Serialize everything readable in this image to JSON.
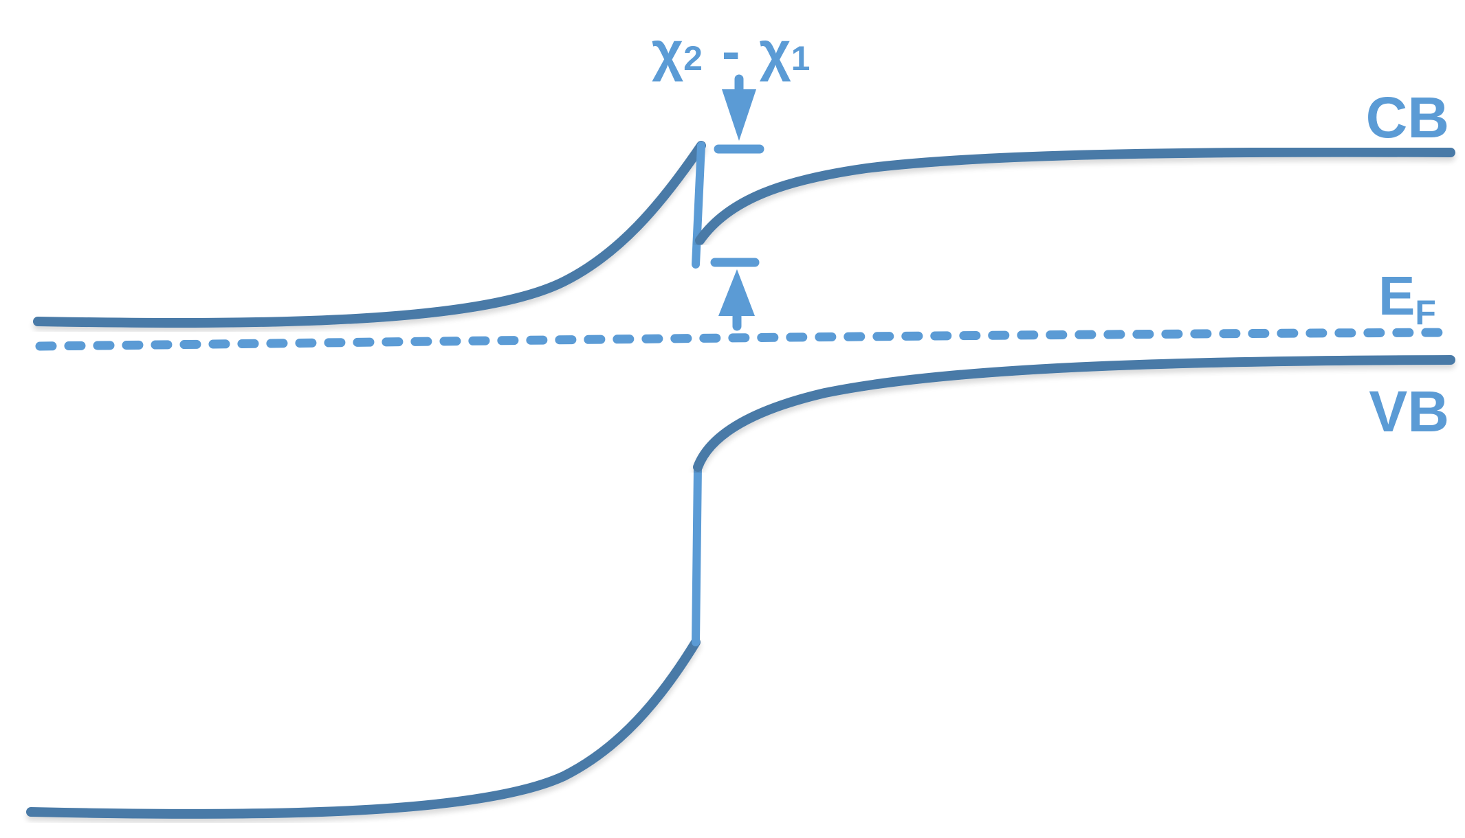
{
  "labels": {
    "cb": "CB",
    "vb": "VB",
    "ef_main": "E",
    "ef_sub": "F",
    "offset_left_main": "χ",
    "offset_left_sub": "2",
    "offset_dash": "-",
    "offset_right_main": "χ",
    "offset_right_sub": "1"
  },
  "colors": {
    "band_line": "#4a7aa7",
    "accent": "#5b9bd5",
    "background": "#ffffff"
  }
}
